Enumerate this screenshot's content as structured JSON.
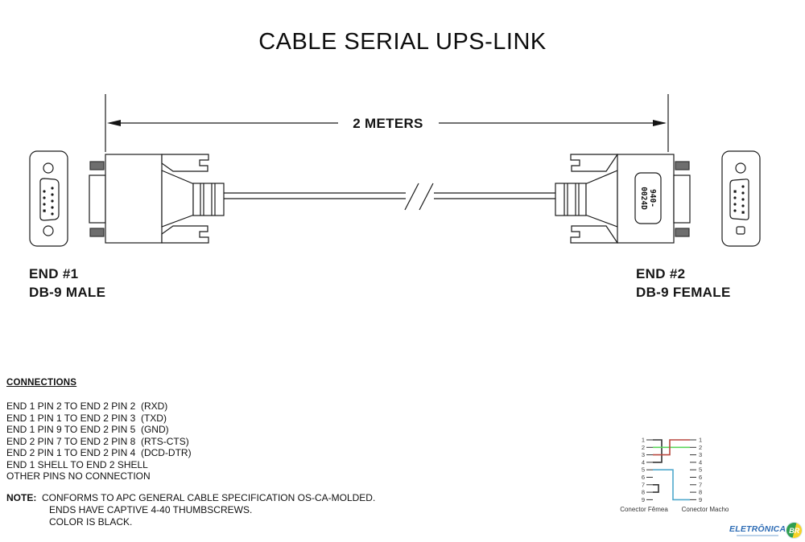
{
  "title": "CABLE SERIAL UPS-LINK",
  "dimension": {
    "label": "2 METERS"
  },
  "connector_label": {
    "line1": "940-",
    "line2": "0024D"
  },
  "end1": {
    "name": "END #1",
    "type": "DB-9 MALE"
  },
  "end2": {
    "name": "END #2",
    "type": "DB-9 FEMALE"
  },
  "connections": {
    "heading": "CONNECTIONS",
    "lines": [
      "END 1 PIN 2 TO END 2 PIN 2  (RXD)",
      "END 1 PIN 1 TO END 2 PIN 3  (TXD)",
      "END 1 PIN 9 TO END 2 PIN 5  (GND)",
      "END 2 PIN 7 TO END 2 PIN 8  (RTS-CTS)",
      "END 2 PIN 1 TO END 2 PIN 4  (DCD-DTR)",
      "END 1 SHELL TO END 2 SHELL",
      "OTHER PINS NO CONNECTION"
    ]
  },
  "note": {
    "label": "NOTE:  ",
    "lines": [
      "CONFORMS TO APC GENERAL CABLE SPECIFICATION OS-CA-MOLDED.",
      "ENDS HAVE CAPTIVE 4-40 THUMBSCREWS.",
      "COLOR IS BLACK."
    ]
  },
  "wiring": {
    "left_label": "Conector Fêmea",
    "right_label": "Conector Macho",
    "pins": [
      "1",
      "2",
      "3",
      "4",
      "5",
      "6",
      "7",
      "8",
      "9"
    ],
    "wire_colors": {
      "txd_red": "#b8473e",
      "rxd_green": "#5cd65c",
      "gnd_blue": "#4fa8cc",
      "jumper_black": "#333333"
    }
  },
  "logo": {
    "text": "ELETRÔNICA",
    "badge": "BR",
    "colors": {
      "text_blue": "#2e6cb5",
      "badge_green": "#2f9e4f",
      "badge_yellow": "#f5d327"
    }
  }
}
